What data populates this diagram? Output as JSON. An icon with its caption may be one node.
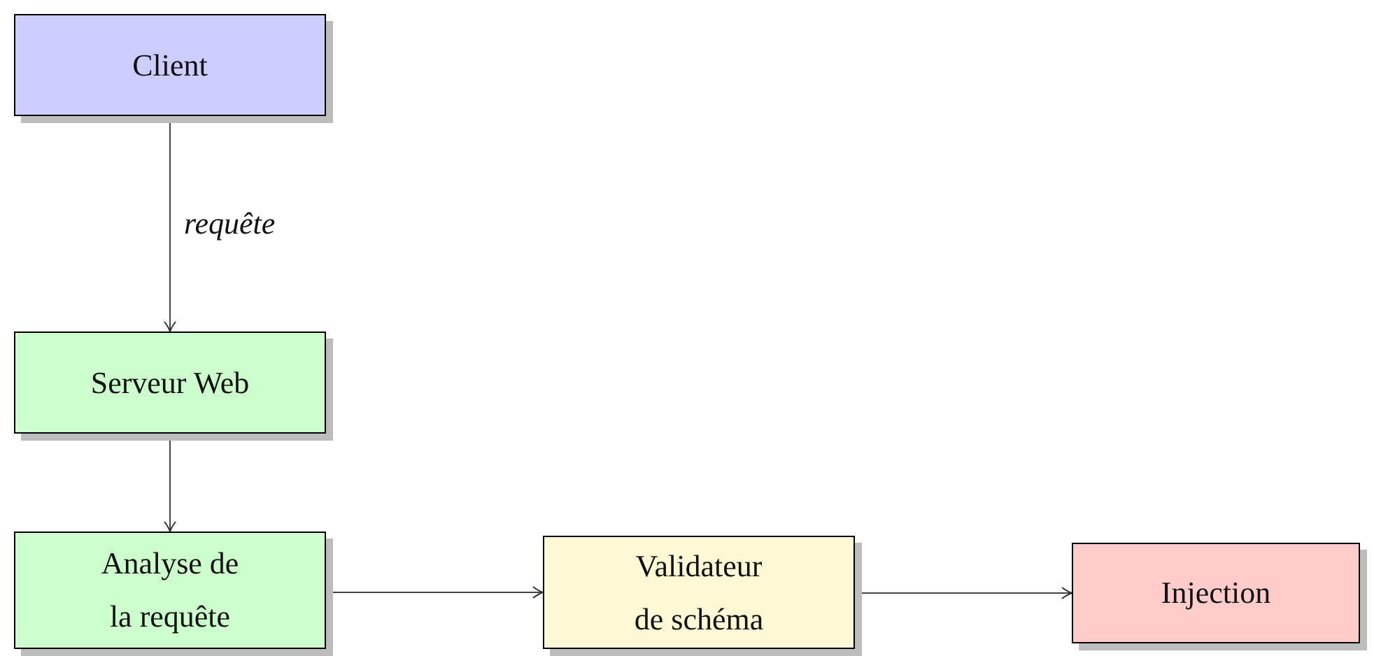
{
  "diagram": {
    "nodes": [
      {
        "text": [
          "Client"
        ]
      },
      {
        "text": [
          "Serveur Web"
        ]
      },
      {
        "text": [
          "Analyse de la requête"
        ]
      },
      {
        "text": [
          "Validateur de schéma"
        ]
      },
      {
        "text": [
          "Injection"
        ]
      }
    ],
    "edges": [
      {
        "from": 0,
        "to": 1,
        "arrow": "to",
        "label": "requête"
      },
      {
        "from": 1,
        "to": 2,
        "arrow": "to"
      },
      {
        "from": 2,
        "to": 3,
        "arrow": "to"
      },
      {
        "from": 3,
        "to": 4,
        "arrow": "to"
      }
    ]
  }
}
